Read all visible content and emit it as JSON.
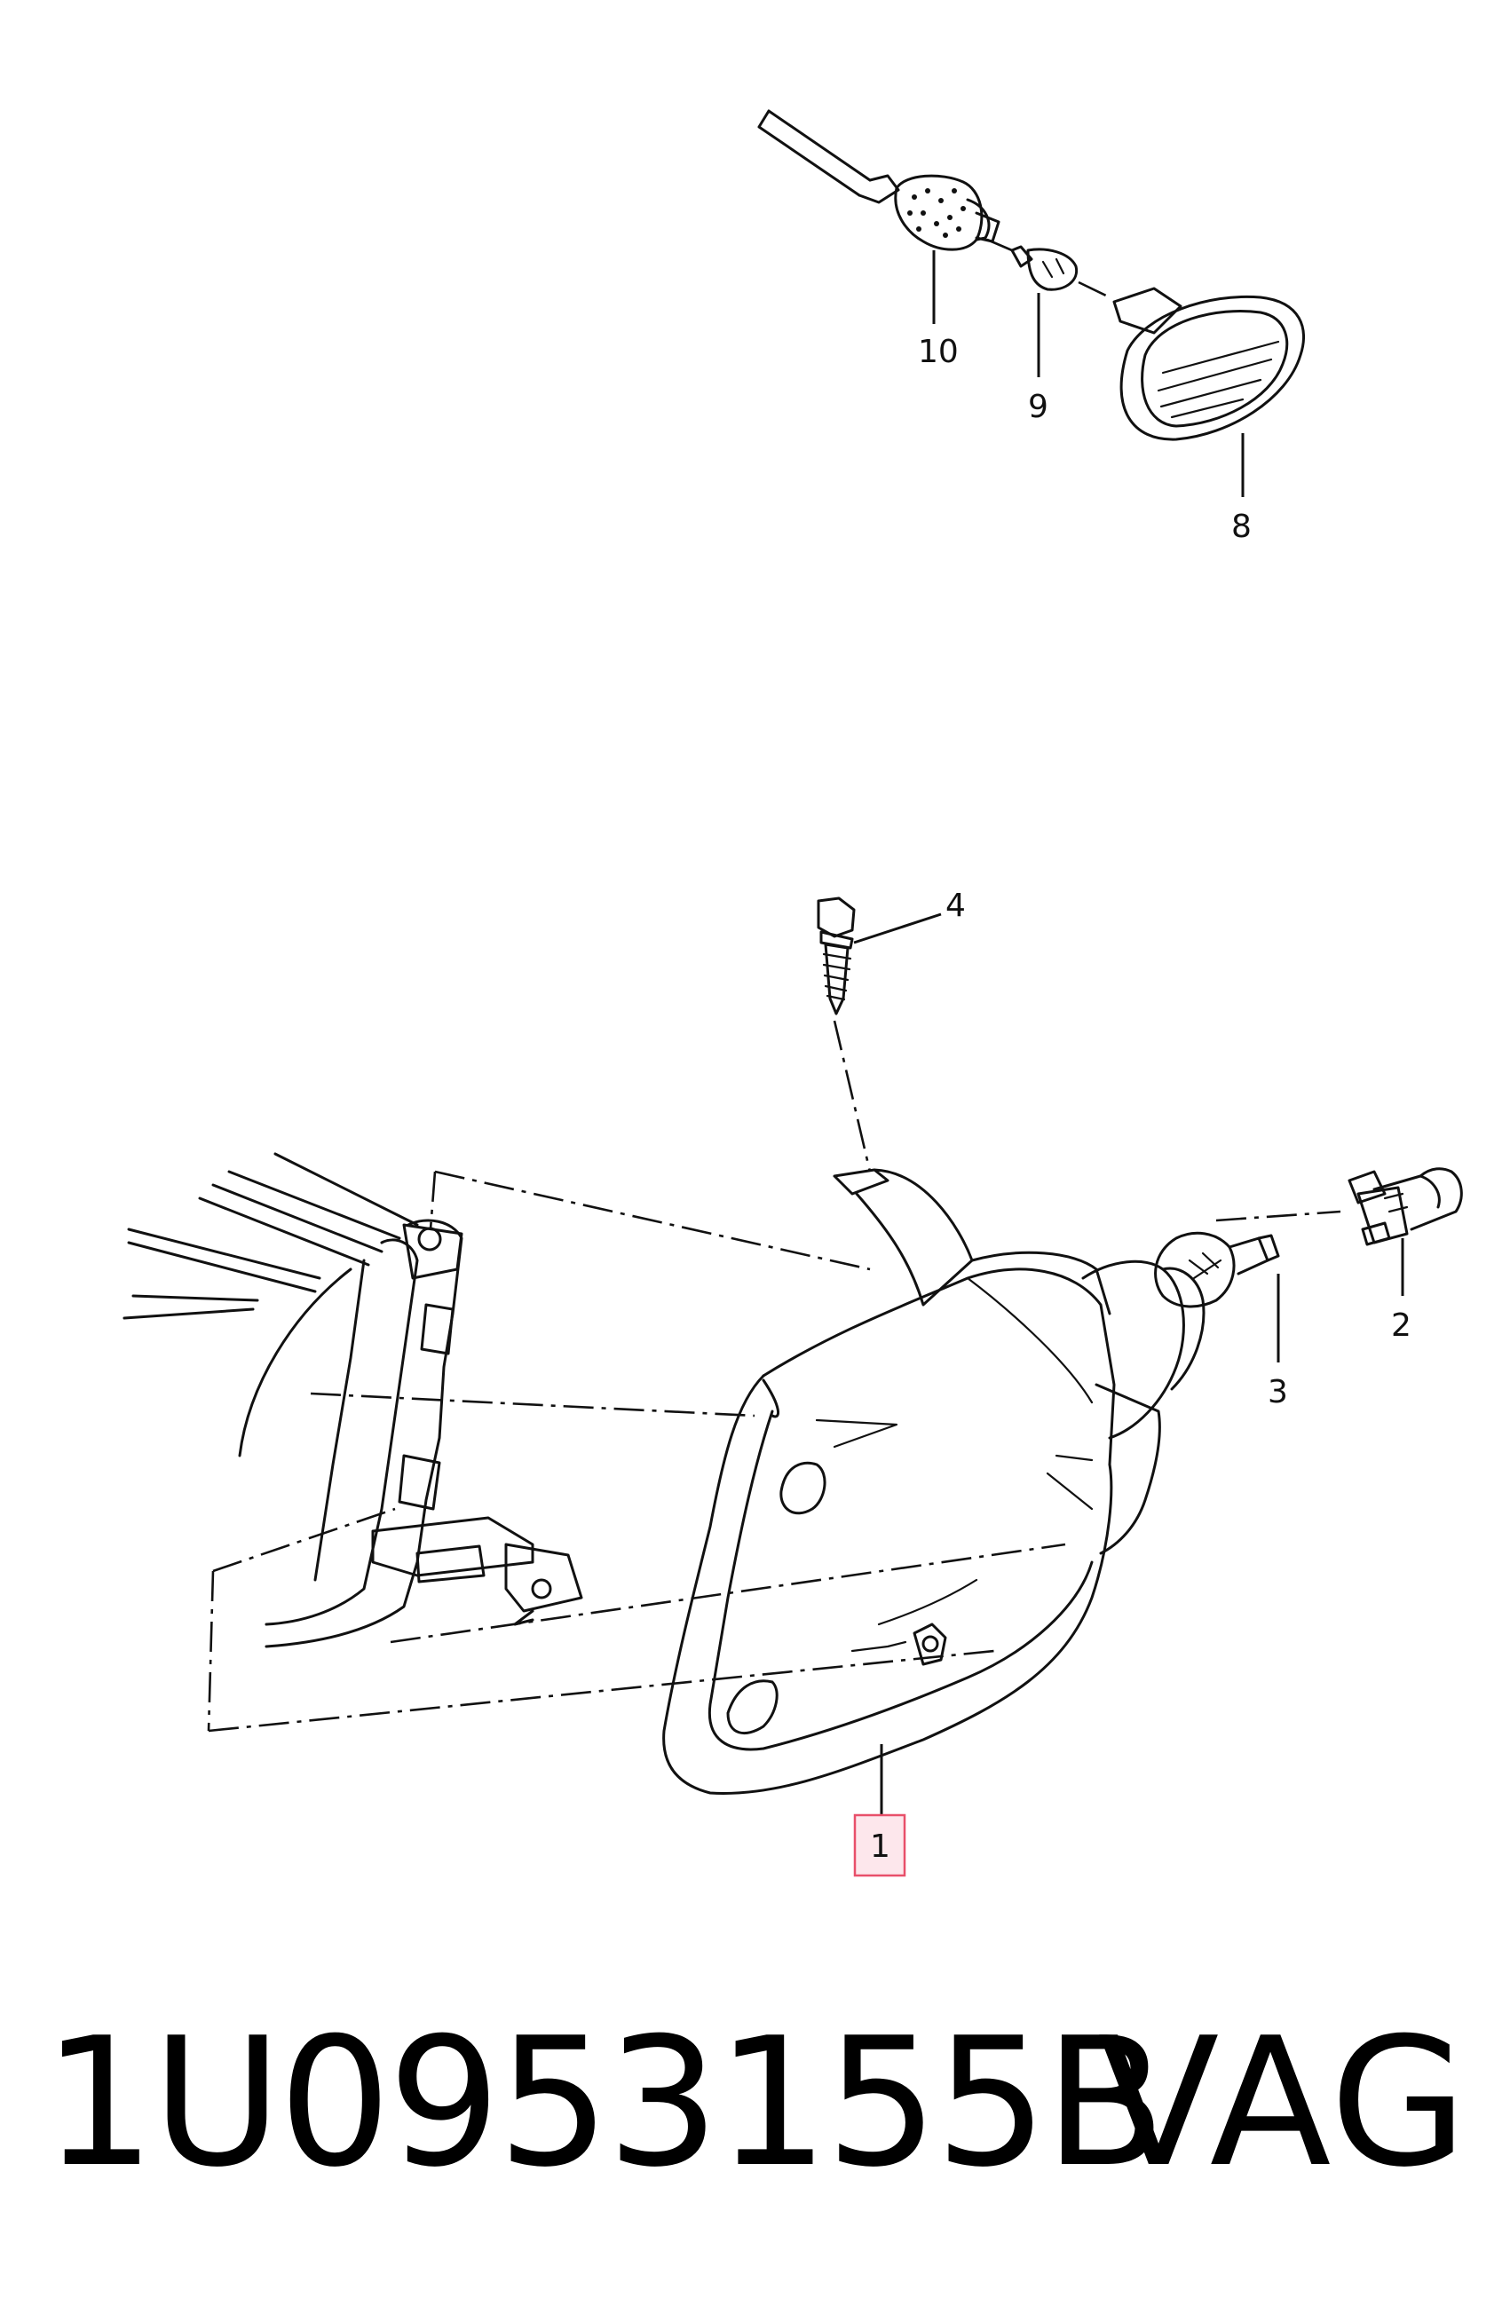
{
  "callouts": {
    "c1": "1",
    "c2": "2",
    "c3": "3",
    "c4": "4",
    "c8": "8",
    "c9": "9",
    "c10": "10"
  },
  "highlight_color": "#e8506a",
  "footer": {
    "part_number": "1U0953155B",
    "brand": "VAG"
  }
}
